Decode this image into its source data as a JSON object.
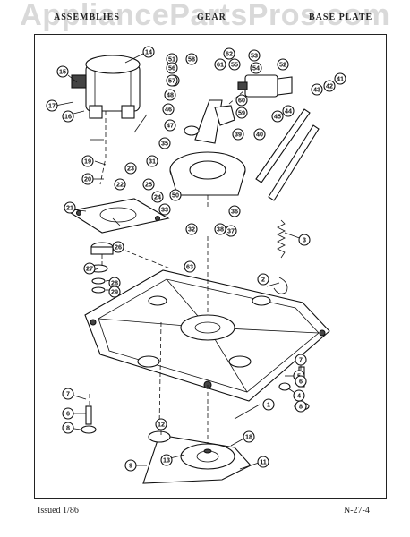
{
  "watermark": "AppliancePartsPros.com",
  "header": {
    "left": "ASSEMBLIES",
    "center": "GEAR",
    "right": "BASE PLATE"
  },
  "footer": {
    "issued": "Issued 1/86",
    "page_code": "N-27-4"
  },
  "callouts": [
    "1",
    "2",
    "3",
    "4",
    "5",
    "6",
    "7",
    "8",
    "9",
    "11",
    "12",
    "13",
    "14",
    "15",
    "16",
    "17",
    "18",
    "19",
    "20",
    "21",
    "22",
    "23",
    "24",
    "25",
    "26",
    "27",
    "28",
    "29",
    "31",
    "32",
    "33",
    "35",
    "36",
    "37",
    "38",
    "39",
    "40",
    "41",
    "42",
    "43",
    "44",
    "45",
    "46",
    "47",
    "48",
    "49",
    "50",
    "51",
    "52",
    "53",
    "54",
    "55",
    "56",
    "57",
    "58",
    "59",
    "60",
    "61",
    "62",
    "63"
  ]
}
